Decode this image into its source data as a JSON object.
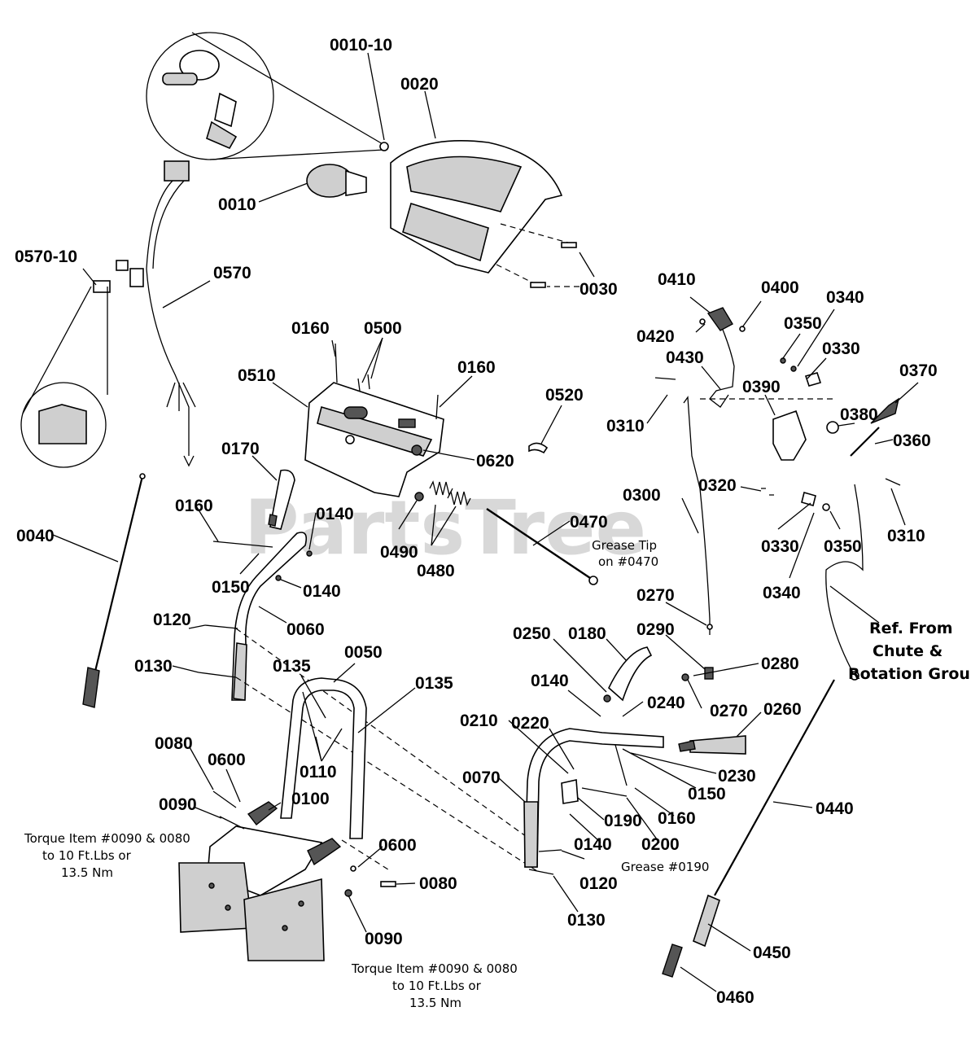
{
  "watermark": "PartsTree",
  "labels": {
    "l0010_10": "0010-10",
    "l0020": "0020",
    "l0010": "0010",
    "l0030": "0030",
    "l0570_10": "0570-10",
    "l0570": "0570",
    "l0410": "0410",
    "l0400": "0400",
    "l0340a": "0340",
    "l0350a": "0350",
    "l0330a": "0330",
    "l0420": "0420",
    "l0430": "0430",
    "l0160a": "0160",
    "l0500": "0500",
    "l0510": "0510",
    "l0160b": "0160",
    "l0370": "0370",
    "l0390": "0390",
    "l0310a": "0310",
    "l0520": "0520",
    "l0380": "0380",
    "l0360": "0360",
    "l0620": "0620",
    "l0170": "0170",
    "l0300": "0300",
    "l0320": "0320",
    "l0160c": "0160",
    "l0140a": "0140",
    "l0470": "0470",
    "l0310b": "0310",
    "l0040": "0040",
    "l0490": "0490",
    "l0330b": "0330",
    "l0350b": "0350",
    "l0480": "0480",
    "l0150a": "0150",
    "l0140b": "0140",
    "l0340b": "0340",
    "l0270a": "0270",
    "l0060": "0060",
    "l0120a": "0120",
    "l0250": "0250",
    "l0180": "0180",
    "l0290": "0290",
    "l0050": "0050",
    "l0280": "0280",
    "l0130a": "0130",
    "l0135a": "0135",
    "l0135b": "0135",
    "l0140c": "0140",
    "l0240": "0240",
    "l0270b": "0270",
    "l0260": "0260",
    "l0210": "0210",
    "l0220": "0220",
    "l0080a": "0080",
    "l0110": "0110",
    "l0600a": "0600",
    "l0230": "0230",
    "l0070": "0070",
    "l0150b": "0150",
    "l0090a": "0090",
    "l0100": "0100",
    "l0440": "0440",
    "l0160d": "0160",
    "l0190": "0190",
    "l0140d": "0140",
    "l0200": "0200",
    "l0600b": "0600",
    "l0080b": "0080",
    "l0120b": "0120",
    "l0130b": "0130",
    "l0090b": "0090",
    "l0450": "0450",
    "l0460": "0460"
  },
  "notes": {
    "grease_tip_line1": "Grease Tip",
    "grease_tip_line2": "on #0470",
    "ref_line1": "Ref. From",
    "ref_line2": "Chute &",
    "ref_line3": "Rotation Group",
    "torque_left_line1": "Torque Item #0090 & 0080",
    "torque_left_line2": "to 10 Ft.Lbs or",
    "torque_left_line3": "13.5 Nm",
    "grease_0190": "Grease #0190",
    "torque_bottom_line1": "Torque Item #0090 & 0080",
    "torque_bottom_line2": "to 10 Ft.Lbs or",
    "torque_bottom_line3": "13.5 Nm"
  }
}
